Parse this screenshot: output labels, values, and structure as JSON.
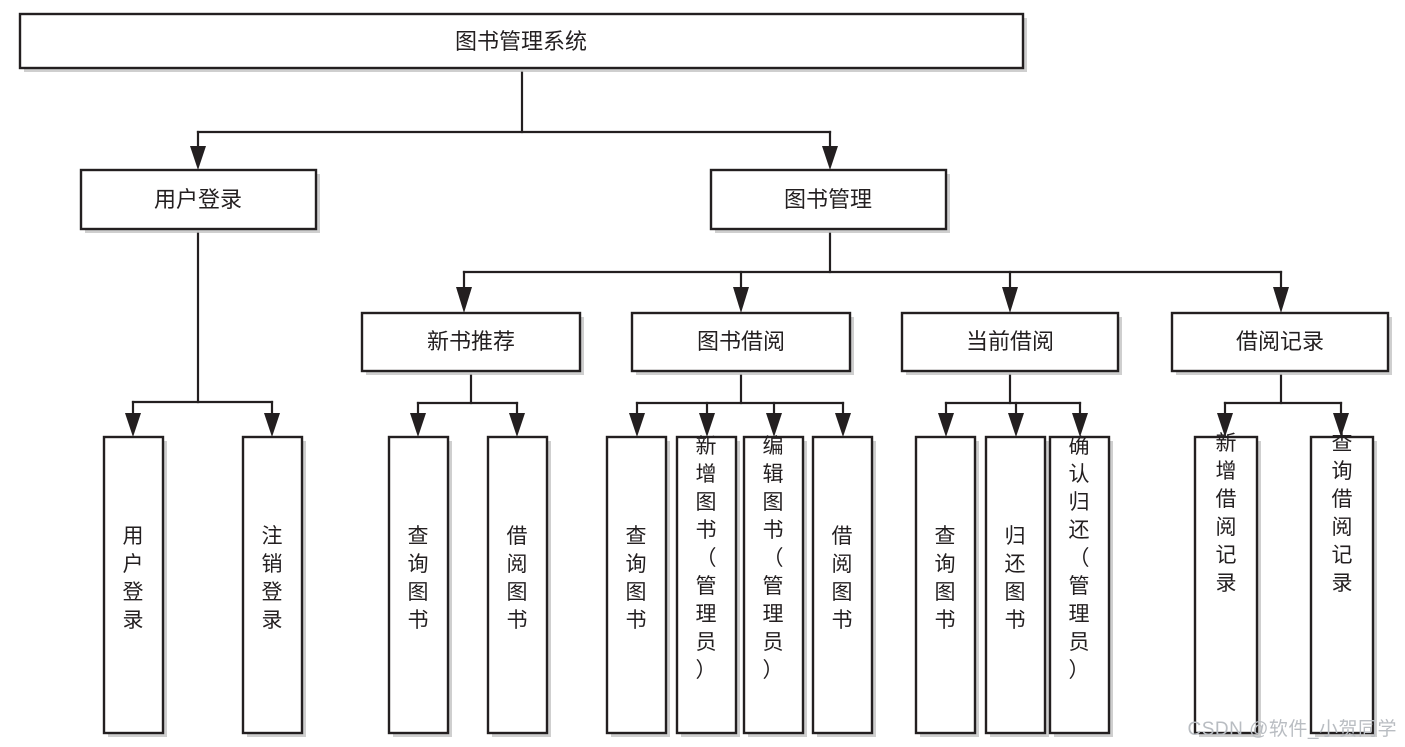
{
  "diagram": {
    "title": "图书管理系统",
    "type": "tree-hierarchy-diagram",
    "colors": {
      "stroke": "#231f20",
      "fill": "#ffffff",
      "shadow": "#bfbfbf",
      "watermark": "#b9bdc2",
      "background": "#ffffff"
    },
    "root": {
      "label": "图书管理系统"
    },
    "level2": [
      {
        "label": "用户登录"
      },
      {
        "label": "图书管理"
      }
    ],
    "level3": [
      {
        "label": "新书推荐"
      },
      {
        "label": "图书借阅"
      },
      {
        "label": "当前借阅"
      },
      {
        "label": "借阅记录"
      }
    ],
    "leaves": {
      "user_login": [
        {
          "label": "用户登录"
        },
        {
          "label": "注销登录"
        }
      ],
      "new_book_recommend": [
        {
          "label": "查询图书"
        },
        {
          "label": "借阅图书"
        }
      ],
      "book_borrow": [
        {
          "label": "查询图书"
        },
        {
          "label": "新增图书（管理员）"
        },
        {
          "label": "编辑图书（管理员）"
        },
        {
          "label": "借阅图书"
        }
      ],
      "current_borrow": [
        {
          "label": "查询图书"
        },
        {
          "label": "归还图书"
        },
        {
          "label": "确认归还（管理员）"
        }
      ],
      "borrow_record": [
        {
          "label": "新增借阅记录"
        },
        {
          "label": "查询借阅记录"
        }
      ]
    }
  },
  "watermark": {
    "text": "CSDN @软件_小贺同学"
  }
}
